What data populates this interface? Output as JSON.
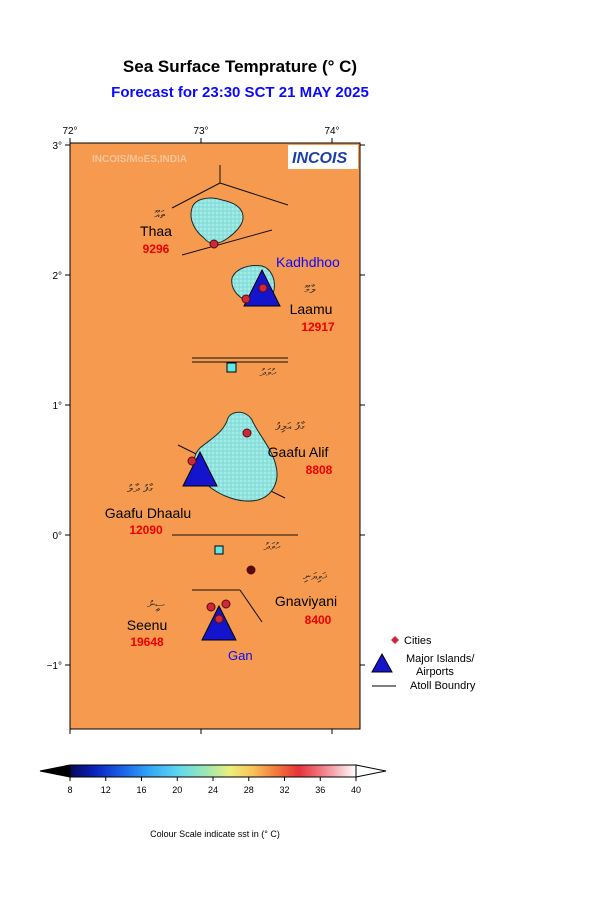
{
  "title": "Sea Surface Temprature (° C)",
  "subtitle": "Forecast for  23:30 SCT 21 MAY 2025",
  "watermark": "INCOIS/MoES,INDIA",
  "logo_text": "INCOIS",
  "axes": {
    "lon_ticks": [
      "72°",
      "73°",
      "74°"
    ],
    "lat_ticks": [
      "3°",
      "2°",
      "1°",
      "0°",
      "−1°"
    ]
  },
  "regions": [
    {
      "name": "Thaa",
      "value": "9296"
    },
    {
      "name": "Laamu",
      "value": "12917"
    },
    {
      "name": "Gaafu Alif",
      "value": "8808"
    },
    {
      "name": "Gaafu Dhaalu",
      "value": "12090"
    },
    {
      "name": "Gnaviyani",
      "value": "8400"
    },
    {
      "name": "Seenu",
      "value": "19648"
    }
  ],
  "airports": {
    "kadhdhoo": "Kadhdhoo",
    "gan": "Gan"
  },
  "dhivehi_labels": {
    "thaa": "ތައޫ",
    "laamu": "ލާމޫ",
    "huvadhu1": "ހުވަދު",
    "gaafu_alif": "ގާފު އަލިފު",
    "gaafu_dhaalu": "ގާފު ދާލު",
    "huvadhu2": "ހުވަދު",
    "gnaviyani": "ޚަވިޔަނި",
    "seenu": "ސީނު"
  },
  "legend": {
    "cities": "Cities",
    "major_islands": "Major Islands/",
    "airports": "Airports",
    "atoll_boundary": "Atoll Boundry"
  },
  "colorbar": {
    "ticks": [
      "8",
      "12",
      "16",
      "20",
      "24",
      "28",
      "32",
      "36",
      "40"
    ],
    "caption": "Colour Scale indicate sst in (° C)"
  },
  "colors": {
    "sea": "#f59a4e",
    "island": "#8fe3de",
    "city": "#cc2a3a",
    "airport": "#1414cc",
    "value_text": "#ee0000",
    "blue_text": "#0a0aff"
  }
}
